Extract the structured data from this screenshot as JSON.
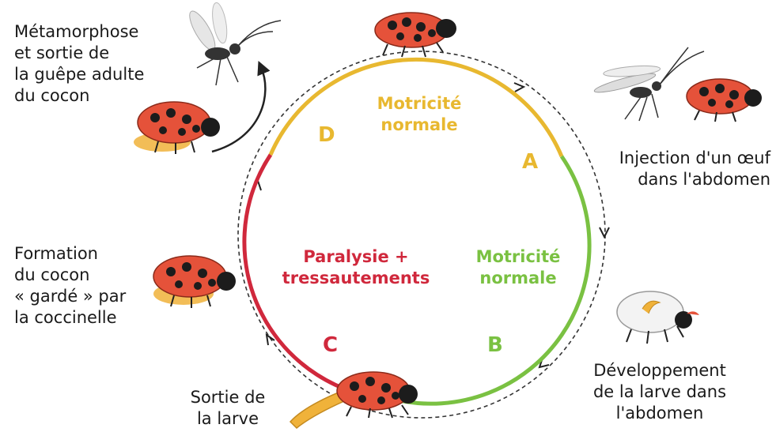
{
  "colors": {
    "yellow_phase": "#e8b830",
    "green_phase": "#7ac142",
    "red_phase": "#d0283c",
    "dashed_cycle": "#333333",
    "ladybug_body": "#e5523a",
    "ladybug_spots": "#1c1c1c",
    "larva": "#f0b23a"
  },
  "captions": {
    "metamorphosis": "Métamorphose\net sortie de\nla guêpe adulte\ndu cocon",
    "injection": "Injection d'un œuf\ndans l'abdomen",
    "cocoon": "Formation\ndu cocon\n« gardé » par\nla coccinelle",
    "development": "Développement\nde la larve dans\nl'abdomen",
    "exit": "Sortie de\nla larve"
  },
  "phases": {
    "a_label": "A",
    "b_label": "B",
    "c_label": "C",
    "d_label": "D",
    "top_state": "Motricité\nnormale",
    "right_state": "Motricité\nnormale",
    "left_state": "Paralysie +\ntressautements"
  },
  "icons": [
    "ladybug-icon",
    "wasp-icon",
    "cocoon-icon",
    "larva-icon"
  ]
}
